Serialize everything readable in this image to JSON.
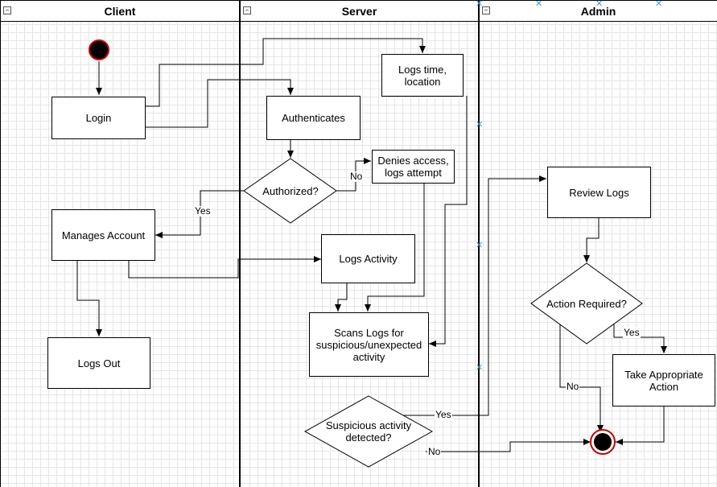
{
  "lanes": {
    "client": "Client",
    "server": "Server",
    "admin": "Admin"
  },
  "collapse_icon": "minus-box-icon",
  "nodes": {
    "login": "Login",
    "manages_account": "Manages Account",
    "logs_out": "Logs Out",
    "logs_time_location": "Logs time, location",
    "authenticates": "Authenticates",
    "authorized": "Authorized?",
    "denies_access": "Denies access, logs attempt",
    "logs_activity": "Logs Activity",
    "scans_logs": "Scans Logs for suspicious/unexpected activity",
    "suspicious_detected": "Suspicious activity detected?",
    "review_logs": "Review Logs",
    "action_required": "Action Required?",
    "take_action": "Take Appropriate Action"
  },
  "edge_labels": {
    "authorized_no": "No",
    "authorized_yes": "Yes",
    "suspicious_yes": "Yes",
    "suspicious_no": "No",
    "action_yes": "Yes",
    "action_no": "No"
  },
  "colors": {
    "start_fill": "#000000",
    "start_border": "#cc0000",
    "guide_marker": "#3a9ad9"
  }
}
